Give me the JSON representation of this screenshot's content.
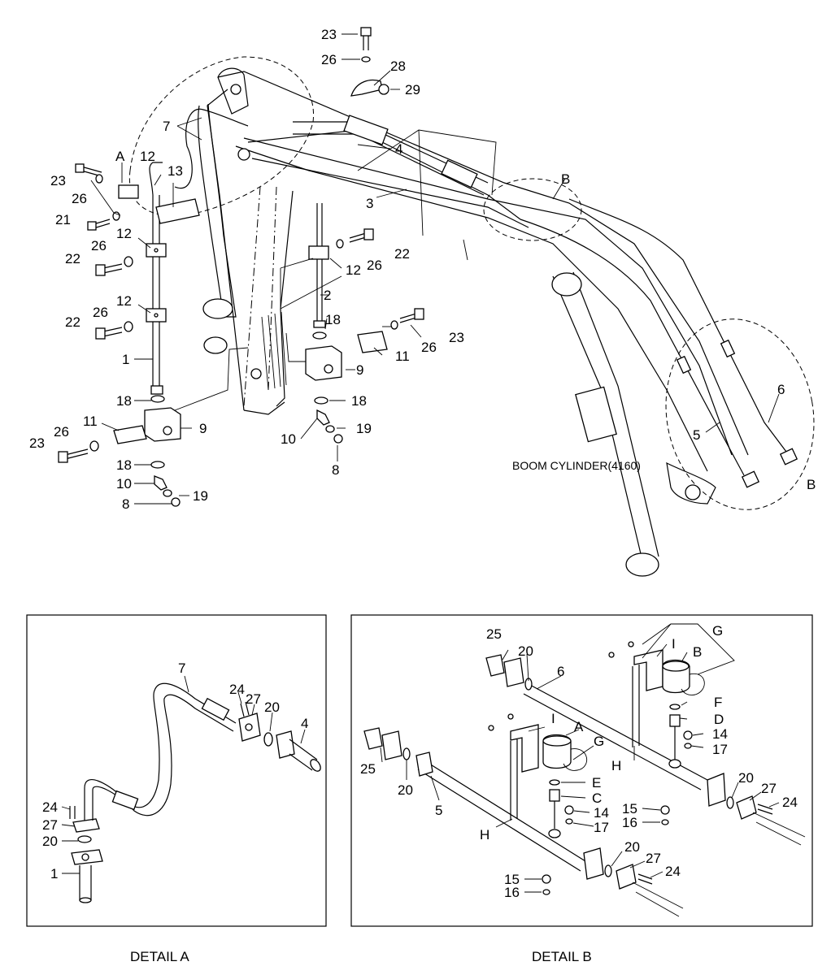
{
  "main_view": {
    "boom_cylinder_note": "BOOM CYLINDER(4160)",
    "callouts": {
      "c23a": "23",
      "c26a": "26",
      "c28": "28",
      "c29": "29",
      "c7": "7",
      "c4": "4",
      "c3": "3",
      "cB1": "B",
      "cA": "A",
      "c12a": "12",
      "c13": "13",
      "c23b": "23",
      "c26b": "26",
      "c21": "21",
      "c12b": "12",
      "c26c": "26",
      "c22a": "22",
      "c12c": "12",
      "c26d": "26",
      "c22b": "22",
      "c1": "1",
      "c18a": "18",
      "c9a": "9",
      "c11a": "11",
      "c26e": "26",
      "c23c": "23",
      "c18b": "18",
      "c10a": "10",
      "c8a": "8",
      "c19a": "19",
      "c22c": "22",
      "c26f": "26",
      "c12d": "12",
      "c2": "2",
      "c18c": "18",
      "c26g": "26",
      "c23d": "23",
      "c11b": "11",
      "c9b": "9",
      "c18d": "18",
      "c10b": "10",
      "c19b": "19",
      "c8b": "8",
      "c6": "6",
      "c5": "5",
      "cB2": "B"
    }
  },
  "detail_a": {
    "caption": "DETAIL A",
    "callouts": {
      "c7": "7",
      "c24a": "24",
      "c27a": "27",
      "c20a": "20",
      "c4": "4",
      "c24b": "24",
      "c27b": "27",
      "c20b": "20",
      "c1": "1"
    }
  },
  "detail_b": {
    "caption": "DETAIL B",
    "callouts": {
      "c25a": "25",
      "c20a": "20",
      "c6": "6",
      "cG1": "G",
      "cI1": "I",
      "cB": "B",
      "cF": "F",
      "cD": "D",
      "c14a": "14",
      "c17a": "17",
      "cH1": "H",
      "c25b": "25",
      "c20b": "20",
      "cI2": "I",
      "cA": "A",
      "cG2": "G",
      "c5": "5",
      "cE": "E",
      "cC": "C",
      "c14b": "14",
      "c17b": "17",
      "cH2": "H",
      "c15a": "15",
      "c16a": "16",
      "c20c": "20",
      "c27a": "27",
      "c24a": "24",
      "c20d": "20",
      "c27b": "27",
      "c24b": "24",
      "c15b": "15",
      "c16b": "16"
    }
  }
}
